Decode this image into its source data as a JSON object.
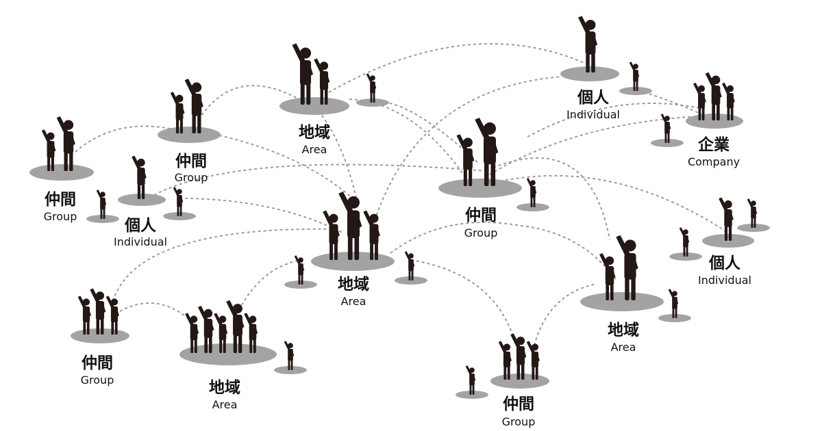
{
  "categories": {
    "group": {
      "jp": "仲間",
      "en": "Group"
    },
    "individual": {
      "jp": "個人",
      "en": "Individual"
    },
    "area": {
      "jp": "地域",
      "en": "Area"
    },
    "company": {
      "jp": "企業",
      "en": "Company"
    }
  },
  "colors": {
    "figure": "#231815",
    "platform": "#a3a3a3",
    "link": "#9a9a9a",
    "text": "#111111"
  },
  "icons": [
    "person-waving-icon"
  ]
}
